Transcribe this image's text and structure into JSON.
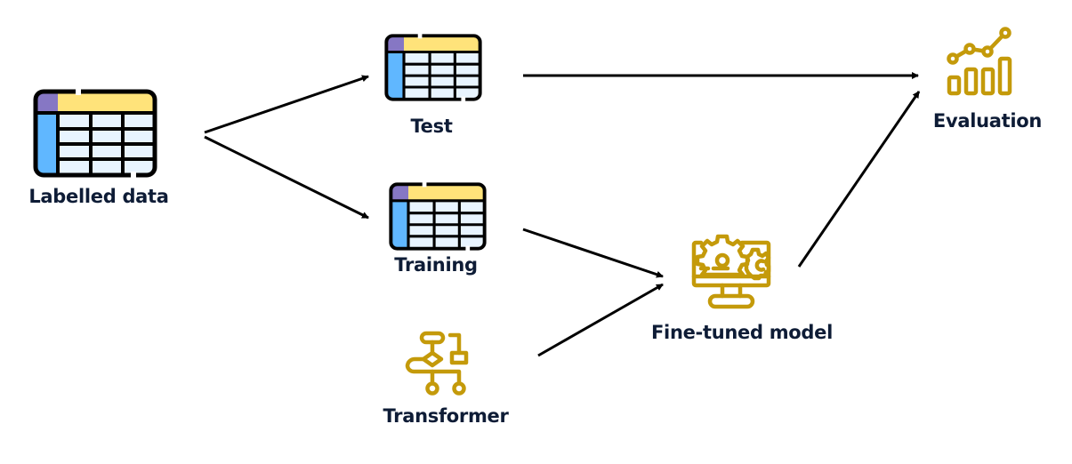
{
  "diagram": {
    "nodes": {
      "labelled_data": {
        "label": "Labelled data",
        "icon": "table-icon"
      },
      "test": {
        "label": "Test",
        "icon": "table-icon"
      },
      "training": {
        "label": "Training",
        "icon": "table-icon"
      },
      "transformer": {
        "label": "Transformer",
        "icon": "flowchart-icon"
      },
      "fine_tuned_model": {
        "label": "Fine-tuned model",
        "icon": "monitor-gears-icon"
      },
      "evaluation": {
        "label": "Evaluation",
        "icon": "chart-growth-icon"
      }
    },
    "edges": [
      {
        "from": "labelled_data",
        "to": "test"
      },
      {
        "from": "labelled_data",
        "to": "training"
      },
      {
        "from": "test",
        "to": "evaluation"
      },
      {
        "from": "training",
        "to": "fine_tuned_model"
      },
      {
        "from": "transformer",
        "to": "fine_tuned_model"
      },
      {
        "from": "fine_tuned_model",
        "to": "evaluation"
      }
    ],
    "colors": {
      "text": "#0e1c36",
      "icon_gold": "#c49a0a",
      "table_header": "#ffe37a",
      "table_corner": "#8677c4",
      "table_side": "#60b7ff",
      "table_cell": "#e8f4ff",
      "outline": "#000000"
    }
  }
}
